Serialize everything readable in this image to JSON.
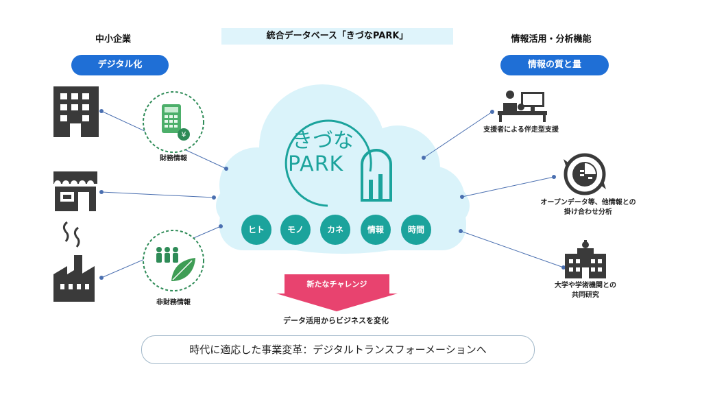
{
  "left_heading": "中小企業",
  "left_pill": "デジタル化",
  "center_title": "統合データベース「きづなPARK」",
  "right_heading": "情報活用・分析機能",
  "right_pill": "情報の質と量",
  "logo": {
    "line1": "きづな",
    "line2": "PARK"
  },
  "resources": [
    "ヒト",
    "モノ",
    "カネ",
    "情報",
    "時間"
  ],
  "left_captions": {
    "financial": "財務情報",
    "non_financial": "非財務情報"
  },
  "right_items": [
    {
      "line1": "支援者による伴走型支援",
      "line2": ""
    },
    {
      "line1": "オープンデータ等、他情報との",
      "line2": "掛け合わせ分析"
    },
    {
      "line1": "大学や学術機関との",
      "line2": "共同研究"
    }
  ],
  "challenge_label": "新たなチャレンジ",
  "challenge_sub": "データ活用からビジネスを変化",
  "transformation": "時代に適応した事業変革：デジタルトランスフォーメーションへ",
  "colors": {
    "primary_blue": "#1f6fd6",
    "teal": "#1ba39c",
    "cloud": "#daf3fa",
    "green": "#2e8b57",
    "pink": "#e8436f",
    "icon_gray": "#444444"
  }
}
